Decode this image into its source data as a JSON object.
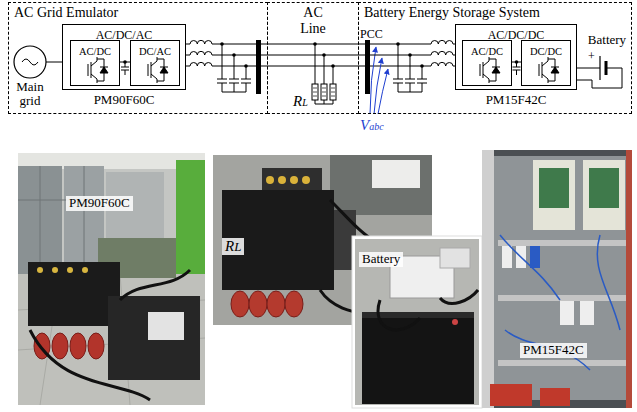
{
  "diagram": {
    "nodes": [
      {
        "text": [
          "AC Grid Emulator"
        ]
      },
      {
        "text": [
          "Main grid"
        ],
        "in": 0
      },
      {
        "text": [
          "AC/DC/AC",
          "PM90F60C"
        ],
        "in": 0
      },
      {
        "text": [
          "AC/DC"
        ],
        "in": 2
      },
      {
        "text": [
          "DC/AC"
        ],
        "in": 2
      },
      {
        "text": [
          "AC Line"
        ]
      },
      {
        "text": [
          "Battery Energy Storage System"
        ]
      },
      {
        "text": [
          "AC/DC/DC",
          "PM15F42C"
        ],
        "in": 6
      },
      {
        "text": [
          "AC/DC"
        ],
        "in": 7
      },
      {
        "text": [
          "DC/DC"
        ],
        "in": 7
      },
      {
        "text": [
          "Battery"
        ],
        "in": 6
      },
      {
        "text": [
          "PM90F60C"
        ]
      },
      {
        "text": [
          "RL"
        ]
      },
      {
        "text": [
          "Battery"
        ]
      },
      {
        "text": [
          "PM15F42C"
        ]
      }
    ],
    "edges": [
      {
        "from": 1,
        "to": 2,
        "arrow": "none"
      },
      {
        "from": 3,
        "to": 4,
        "arrow": "none"
      },
      {
        "from": 2,
        "to": 7,
        "arrow": "none"
      },
      {
        "from": 8,
        "to": 9,
        "arrow": "none"
      },
      {
        "from": 7,
        "to": 10,
        "arrow": "none"
      }
    ],
    "labels": [
      "PCC",
      "RL",
      "Vabc",
      "+"
    ]
  }
}
